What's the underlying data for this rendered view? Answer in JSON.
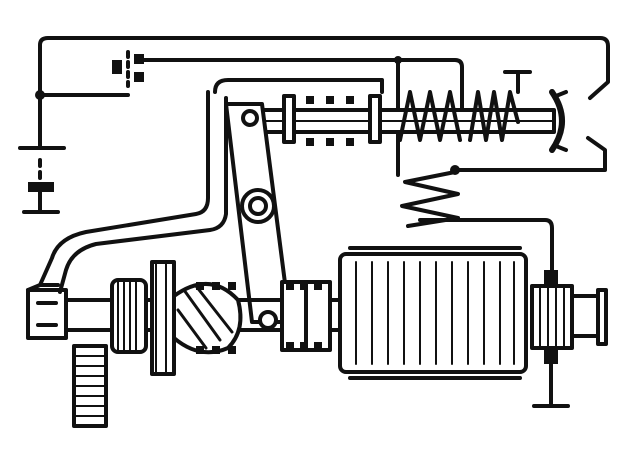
{
  "diagram": {
    "kind": "starter-motor-schematic",
    "ink_color": "#111111",
    "paper_color": "#ffffff",
    "components": [
      "battery",
      "ignition-switch",
      "solenoid-coil",
      "solenoid-plunger",
      "return-spring",
      "main-contact-disc",
      "shift-fork-lever",
      "pinion-drive",
      "armature",
      "commutator",
      "ring-gear",
      "housing",
      "ground-symbol"
    ]
  }
}
